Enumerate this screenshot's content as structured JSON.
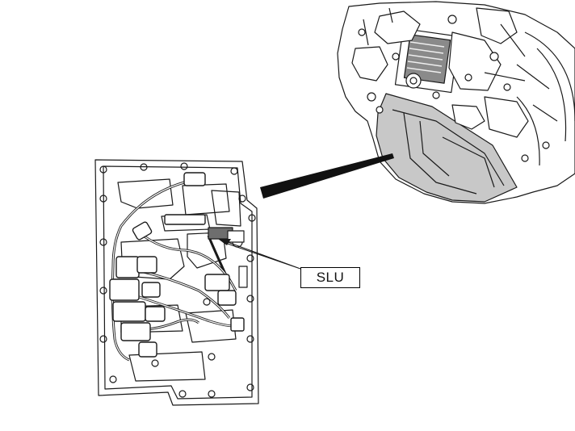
{
  "callouts": {
    "slu_label": "SLU"
  },
  "components": {
    "transmission": "transmission-assembly",
    "valve_body": "valve-body-assembly",
    "target_solenoid": "slu-solenoid"
  },
  "colors": {
    "line": "#1a1a1a",
    "fill": "#ffffff",
    "shade": "#bdbdbd",
    "highlight": "#6e6e6e"
  }
}
